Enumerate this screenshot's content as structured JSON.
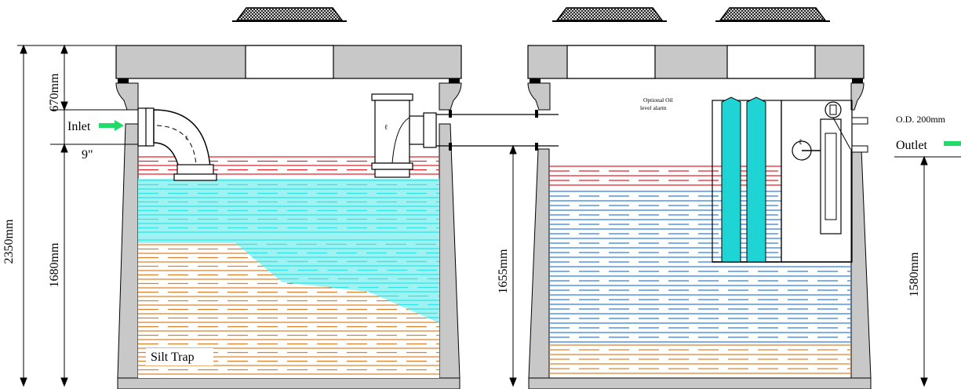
{
  "labels": {
    "inlet": "Inlet",
    "outlet": "Outlet",
    "silt_trap": "Silt Trap",
    "optional_oil_alarm_line1": "Optional Oil",
    "optional_oil_alarm_line2": "level alarm",
    "outlet_od": "O.D. 200mm"
  },
  "dimensions": {
    "overall_height": "2350mm",
    "inlet_depth": "670mm",
    "inlet_gap": "9\"",
    "chamber1_liquid_depth": "1680mm",
    "chamber2_liquid_depth": "1655mm",
    "outlet_invert_height": "1580mm"
  },
  "colors": {
    "concrete": "#c8c8c8",
    "oil_layer": "#e8202a",
    "water_layer_light": "#2ee6e6",
    "water_layer_blue": "#2e7fe0",
    "silt_layer": "#e0802a",
    "water_fill": "#9ef2f2",
    "filter_column": "#1fd4d4",
    "arrow": "#1fdc6a",
    "line": "#000000"
  },
  "icons": {
    "inlet_arrow": "arrow-right-icon",
    "outlet_arrow": "arrow-right-icon",
    "manhole_cover": "manhole-cover-icon"
  }
}
